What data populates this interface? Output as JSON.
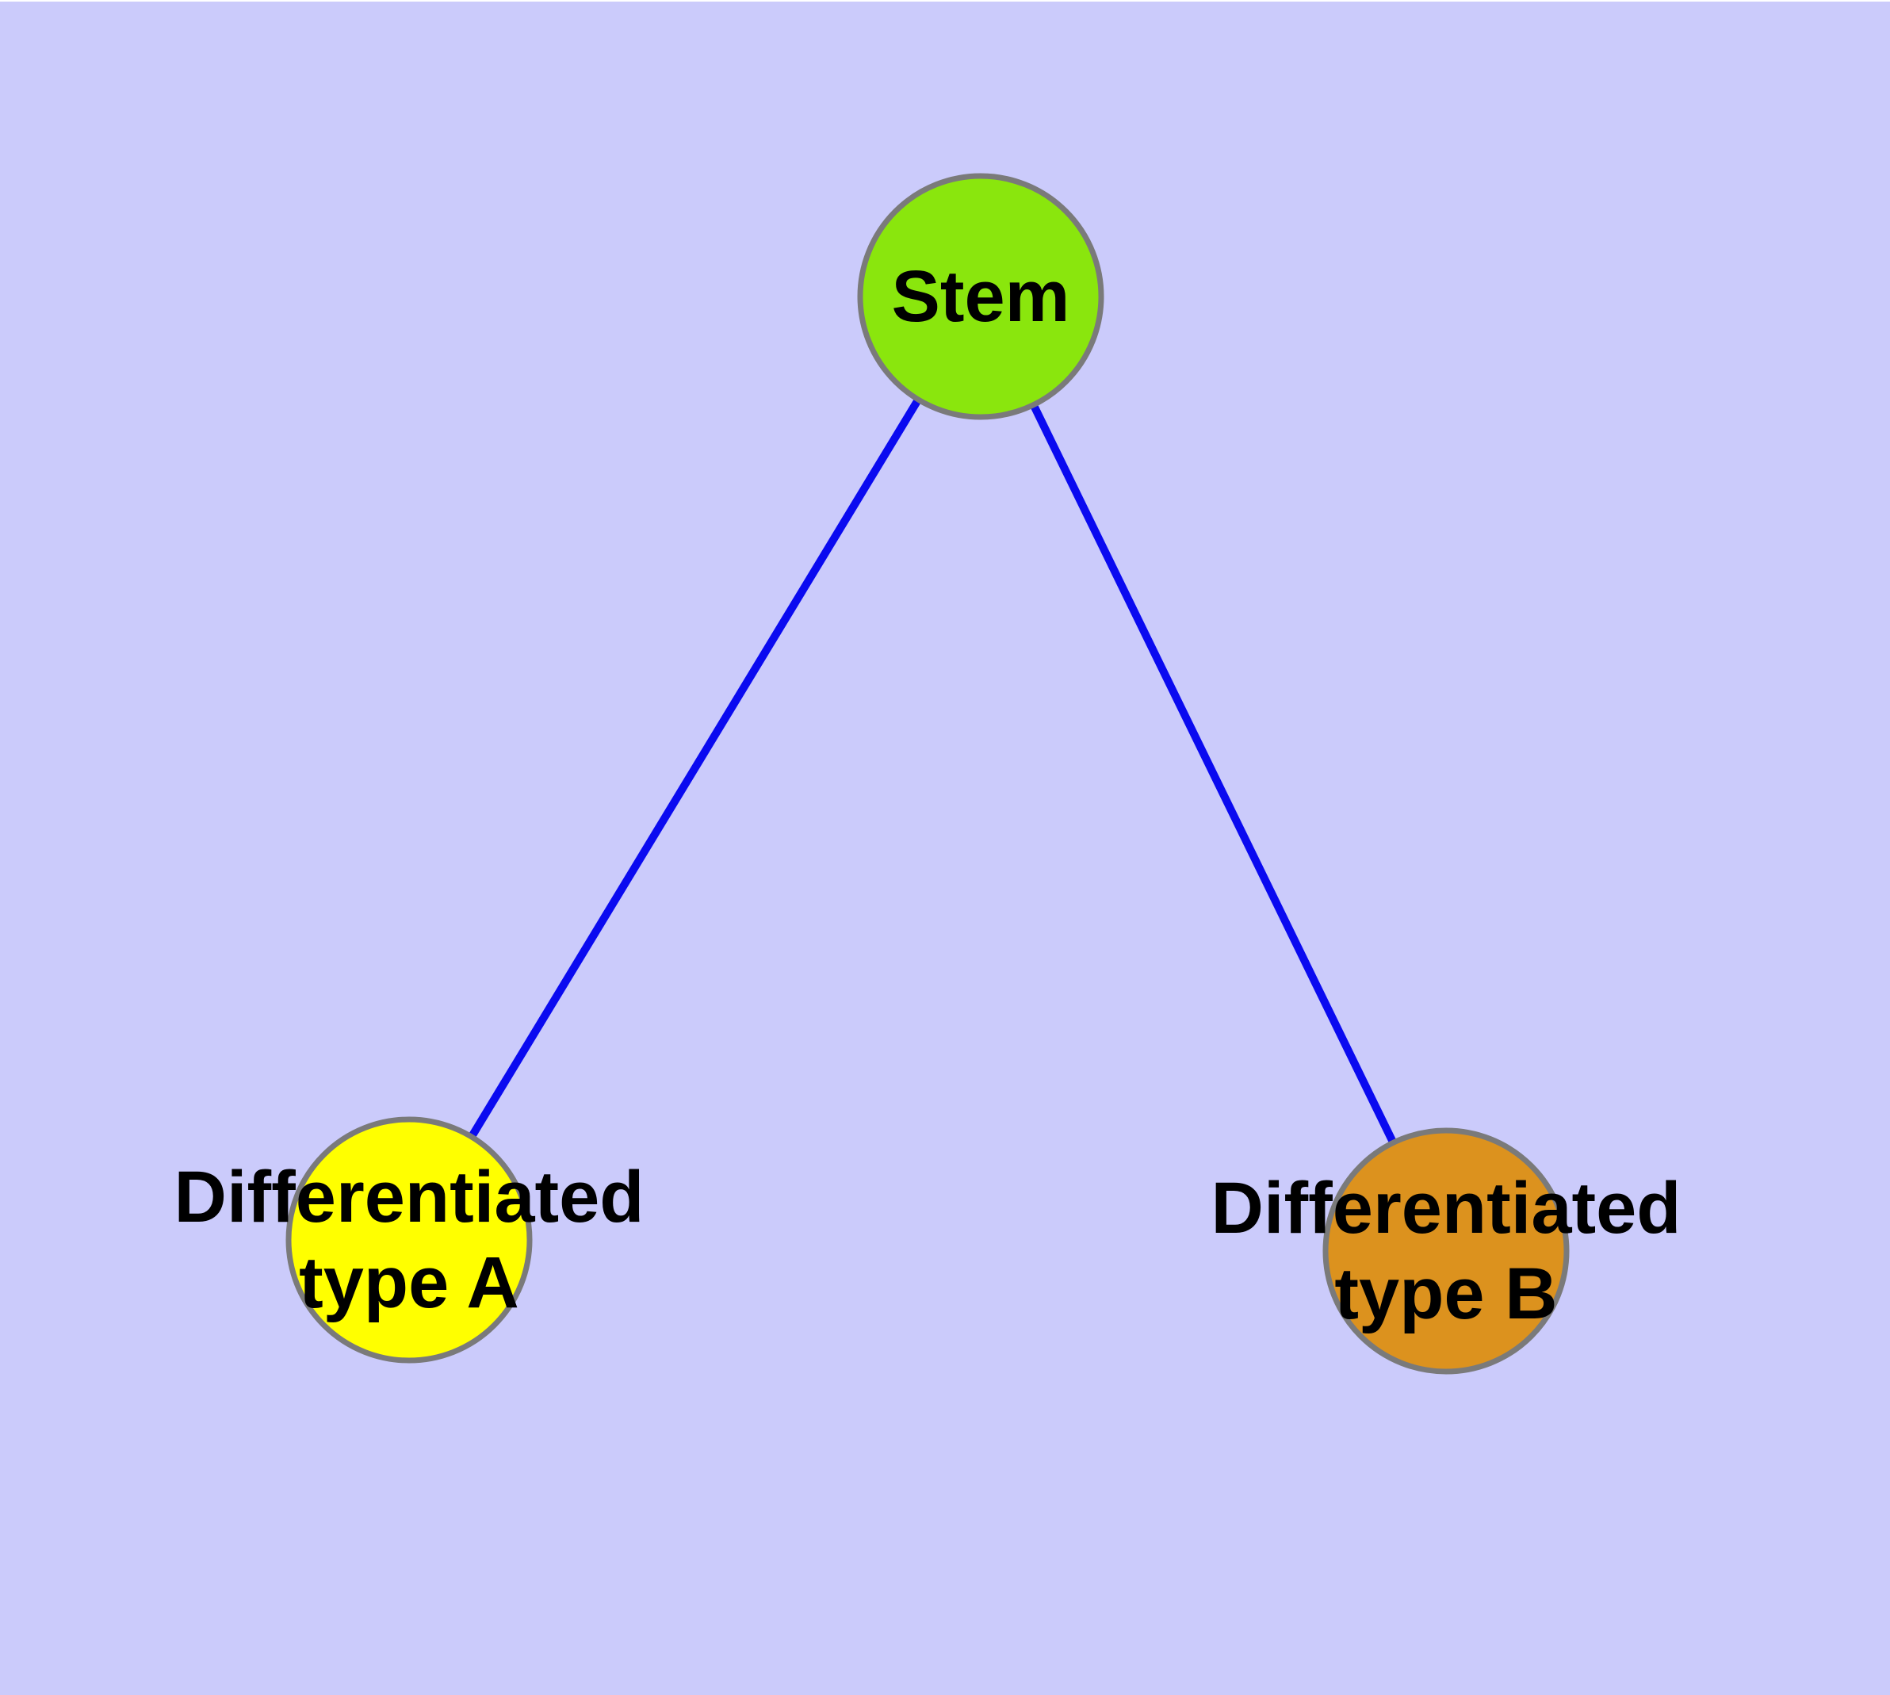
{
  "diagram": {
    "background_color": "#CBCBFB",
    "top_margin_color": "#FFFFFF",
    "edge_color": "#0A0AF0",
    "node_border_color": "#7A7A7A",
    "label_color": "#000000",
    "nodes": [
      {
        "id": "stem",
        "label": "Stem",
        "lines": [
          "Stem",
          ""
        ],
        "fill": "#8AE60D"
      },
      {
        "id": "differentiated-type-a",
        "label": "Differentiated type A",
        "lines": [
          "Differentiated",
          "type A"
        ],
        "fill": "#FFFF00"
      },
      {
        "id": "differentiated-type-b",
        "label": "Differentiated type B",
        "lines": [
          "Differentiated",
          "type B"
        ],
        "fill": "#DC921E"
      }
    ],
    "edges": [
      {
        "from": "stem",
        "to": "differentiated-type-a"
      },
      {
        "from": "stem",
        "to": "differentiated-type-b"
      }
    ]
  }
}
